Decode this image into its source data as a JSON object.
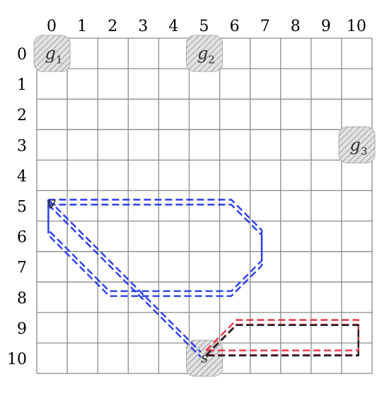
{
  "grid": {
    "cols": 11,
    "rows": 11,
    "col_labels": [
      "0",
      "1",
      "2",
      "3",
      "4",
      "5",
      "6",
      "7",
      "8",
      "9",
      "10"
    ],
    "row_labels": [
      "0",
      "1",
      "2",
      "3",
      "4",
      "5",
      "6",
      "7",
      "8",
      "9",
      "10"
    ],
    "line_color": "#8a8a8a"
  },
  "goals": [
    {
      "name": "g",
      "sub": "1",
      "x": 0,
      "y": 0
    },
    {
      "name": "g",
      "sub": "2",
      "x": 5,
      "y": 0
    },
    {
      "name": "g",
      "sub": "3",
      "x": 10,
      "y": 3
    }
  ],
  "start": {
    "name": "s",
    "x": 5,
    "y": 10
  },
  "vertex": {
    "name": "v",
    "x": 0,
    "y": 5
  },
  "paths": {
    "blue": {
      "color": "#2b3ff0",
      "points": [
        [
          0,
          5
        ],
        [
          6,
          5
        ],
        [
          7,
          6
        ],
        [
          7,
          7
        ],
        [
          6,
          8
        ],
        [
          2,
          8
        ],
        [
          0,
          6
        ],
        [
          0,
          5
        ]
      ],
      "diagonal": [
        [
          0,
          5
        ],
        [
          5,
          10
        ]
      ]
    },
    "red": {
      "color": "#ee3344",
      "points": [
        [
          5,
          10
        ],
        [
          6,
          9
        ],
        [
          10,
          9
        ],
        [
          10,
          10
        ],
        [
          6,
          10
        ],
        [
          5,
          10
        ]
      ]
    },
    "black": {
      "color": "#222222",
      "points": [
        [
          5,
          10
        ],
        [
          6,
          9
        ],
        [
          10,
          9
        ],
        [
          10,
          10
        ],
        [
          6,
          10
        ],
        [
          5,
          10
        ]
      ]
    }
  }
}
